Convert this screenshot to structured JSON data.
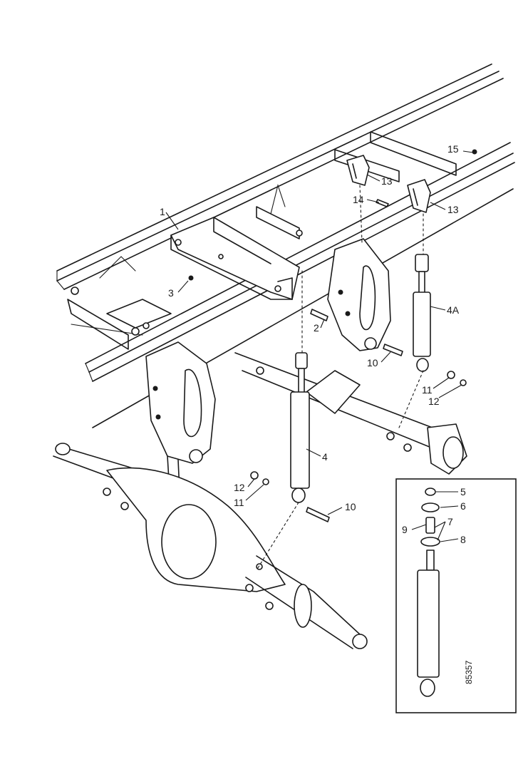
{
  "diagram": {
    "callouts": {
      "c1": "1",
      "c2": "2",
      "c3": "3",
      "c4": "4",
      "c4a": "4A",
      "c5": "5",
      "c6": "6",
      "c7": "7",
      "c8": "8",
      "c9": "9",
      "c10a": "10",
      "c10b": "10",
      "c11a": "11",
      "c11b": "11",
      "c12a": "12",
      "c12b": "12",
      "c13a": "13",
      "c13b": "13",
      "c14": "14",
      "c15": "15"
    },
    "drawing_code": "85357"
  }
}
